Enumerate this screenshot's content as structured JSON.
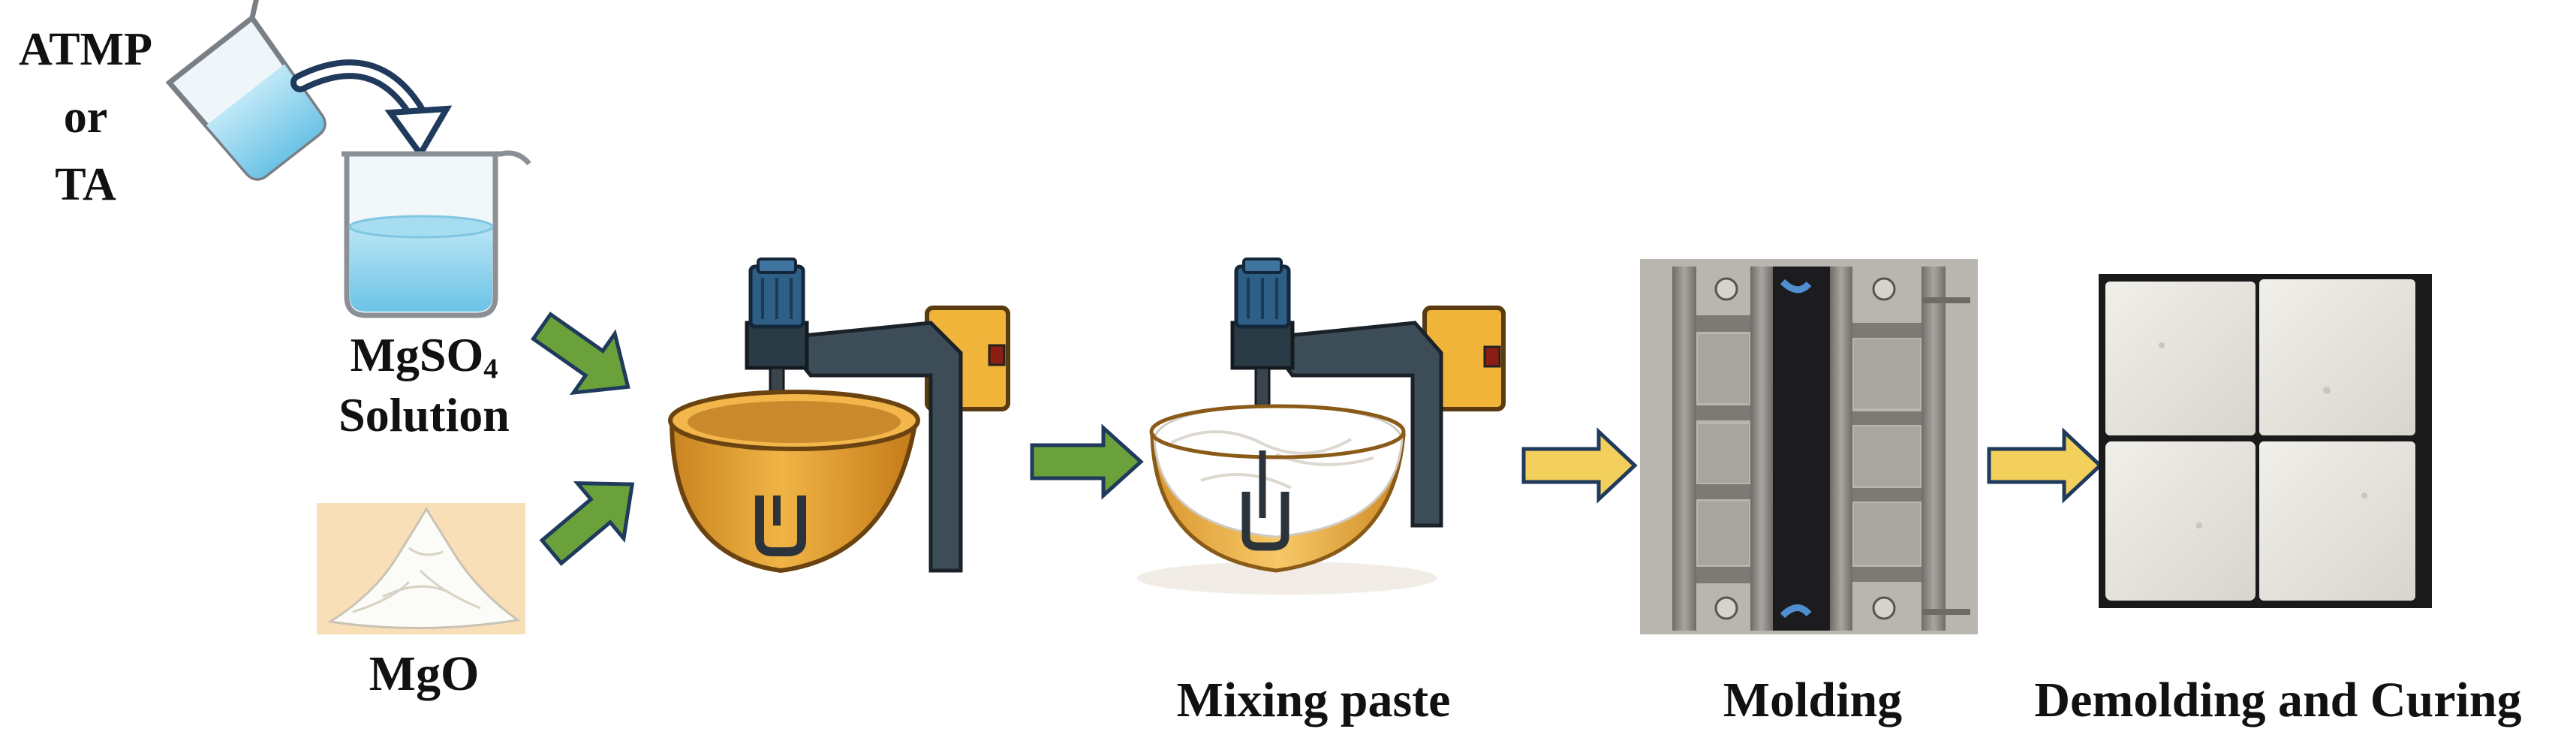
{
  "labels": {
    "additive_line1": "ATMP",
    "additive_line2": "or",
    "additive_line3": "TA",
    "solution_main": "MgSO",
    "solution_sub": "4",
    "solution_line2": "Solution",
    "powder": "MgO",
    "step_mixing": "Mixing paste",
    "step_molding": "Molding",
    "step_curing": "Demolding and Curing"
  },
  "colors": {
    "green_arrow": "#6aa13b",
    "yellow_arrow": "#f3cf5b",
    "arrow_outline": "#1f3a5c",
    "bowl_orange": "#e6a532",
    "motor_blue": "#2e5f86",
    "liquid_blue": "#8fd3ee",
    "mold_grey": "#8d8a86",
    "cube_white": "#e9e7e1",
    "powder_bg": "#f8dfb7"
  }
}
